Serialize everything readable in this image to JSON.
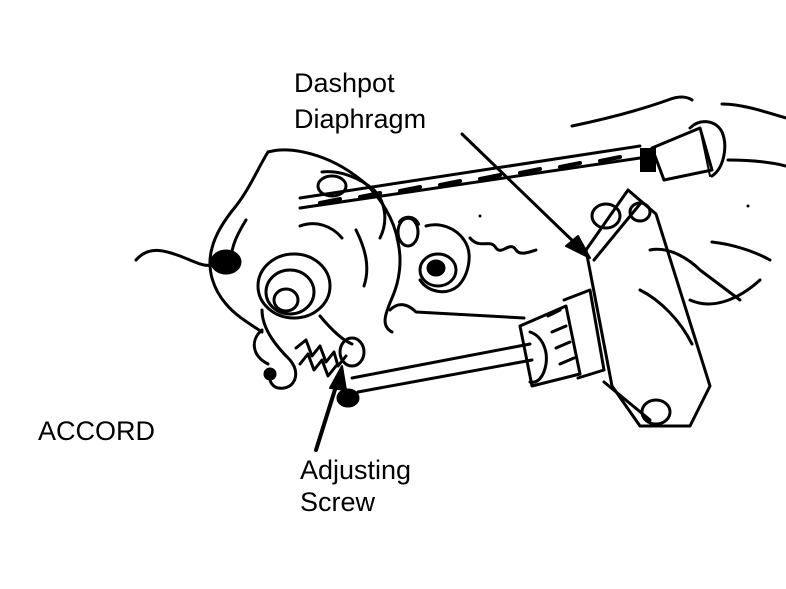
{
  "labels": {
    "dashpot_line1": "Dashpot",
    "dashpot_line2": "Diaphragm",
    "model": "ACCORD",
    "adjusting_line1": "Adjusting",
    "adjusting_line2": "Screw"
  },
  "colors": {
    "ink": "#000000",
    "paper": "#ffffff"
  }
}
